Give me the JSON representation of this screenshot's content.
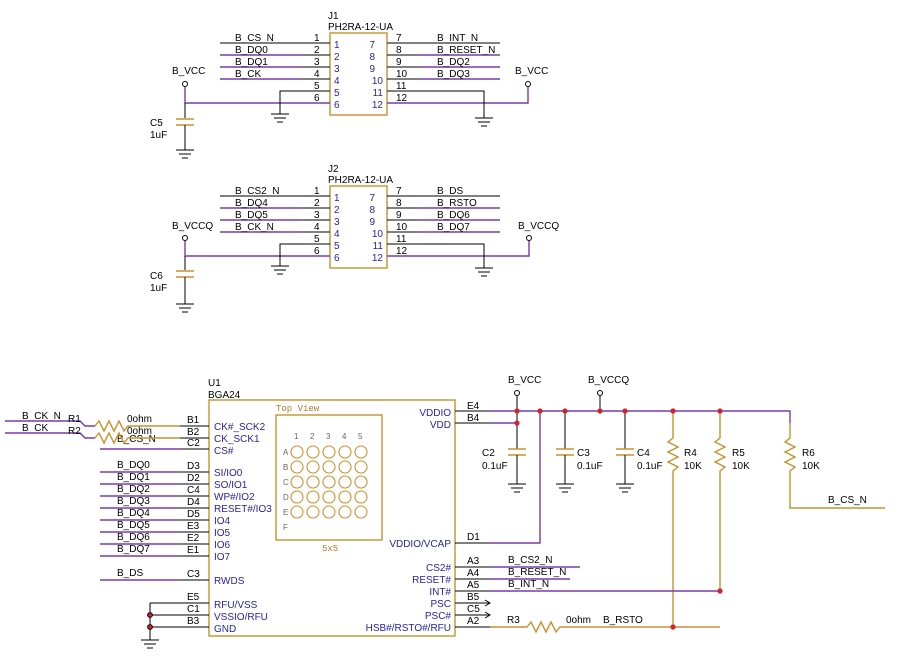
{
  "j1": {
    "ref": "J1",
    "part": "PH2RA-12-UA",
    "left_nets": [
      "B_CS_N",
      "B_DQ0",
      "B_DQ1",
      "B_CK",
      "",
      ""
    ],
    "right_nets": [
      "B_INT_N",
      "B_RESET_N",
      "B_DQ2",
      "B_DQ3",
      "",
      ""
    ],
    "left_pin_nums": [
      "1",
      "2",
      "3",
      "4",
      "5",
      "6"
    ],
    "right_pin_nums": [
      "7",
      "8",
      "9",
      "10",
      "11",
      "12"
    ],
    "power_left": "B_VCC",
    "power_right": "B_VCC",
    "cap_ref": "C5",
    "cap_val": "1uF"
  },
  "j2": {
    "ref": "J2",
    "part": "PH2RA-12-UA",
    "left_nets": [
      "B_CS2_N",
      "B_DQ4",
      "B_DQ5",
      "B_CK_N",
      "",
      ""
    ],
    "right_nets": [
      "B_DS",
      "B_RSTO",
      "B_DQ6",
      "B_DQ7",
      "",
      ""
    ],
    "left_pin_nums": [
      "1",
      "2",
      "3",
      "4",
      "5",
      "6"
    ],
    "right_pin_nums": [
      "7",
      "8",
      "9",
      "10",
      "11",
      "12"
    ],
    "power_left": "B_VCCQ",
    "power_right": "B_VCCQ",
    "cap_ref": "C6",
    "cap_val": "1uF"
  },
  "u1": {
    "ref": "U1",
    "package": "BGA24",
    "top_view": "Top View",
    "grid_size": "5x5",
    "col_labels": [
      "1",
      "2",
      "3",
      "4",
      "5"
    ],
    "row_labels": [
      "A",
      "B",
      "C",
      "D",
      "E",
      "F"
    ],
    "left_pins": [
      {
        "num": "B1",
        "name": "CK#_SCK2"
      },
      {
        "num": "B2",
        "name": "CK_SCK1"
      },
      {
        "num": "C2",
        "name": "CS#"
      },
      {
        "num": "D3",
        "name": "SI/IO0"
      },
      {
        "num": "D2",
        "name": "SO/IO1"
      },
      {
        "num": "C4",
        "name": "WP#/IO2"
      },
      {
        "num": "D4",
        "name": "RESET#/IO3"
      },
      {
        "num": "D5",
        "name": "IO4"
      },
      {
        "num": "E3",
        "name": "IO5"
      },
      {
        "num": "E2",
        "name": "IO6"
      },
      {
        "num": "E1",
        "name": "IO7"
      },
      {
        "num": "C3",
        "name": "RWDS"
      },
      {
        "num": "E5",
        "name": "RFU/VSS"
      },
      {
        "num": "C1",
        "name": "VSSIO/RFU"
      },
      {
        "num": "B3",
        "name": "GND"
      }
    ],
    "right_pins": [
      {
        "num": "E4",
        "name": "VDDIO"
      },
      {
        "num": "B4",
        "name": "VDD"
      },
      {
        "num": "D1",
        "name": "VDDIO/VCAP"
      },
      {
        "num": "A3",
        "name": "CS2#"
      },
      {
        "num": "A4",
        "name": "RESET#"
      },
      {
        "num": "A5",
        "name": "INT#"
      },
      {
        "num": "B5",
        "name": "PSC"
      },
      {
        "num": "C5",
        "name": "PSC#"
      },
      {
        "num": "A2",
        "name": "HSB#/RSTO#/RFU"
      }
    ]
  },
  "nets": {
    "left_inputs": [
      "B_CK_N",
      "B_CK",
      "B_CS_N"
    ],
    "dq": [
      "B_DQ0",
      "B_DQ1",
      "B_DQ2",
      "B_DQ3",
      "B_DQ4",
      "B_DQ5",
      "B_DQ6",
      "B_DQ7"
    ],
    "ds": "B_DS",
    "right_outputs": [
      "B_CS2_N",
      "B_RESET_N",
      "B_INT_N"
    ],
    "rsto": "B_RSTO",
    "cs_out": "B_CS_N",
    "vcc": "B_VCC",
    "vccq": "B_VCCQ"
  },
  "parts": {
    "r1": {
      "ref": "R1",
      "val": "0ohm"
    },
    "r2": {
      "ref": "R2",
      "val": "0ohm"
    },
    "r3": {
      "ref": "R3",
      "val": "0ohm"
    },
    "r4": {
      "ref": "R4",
      "val": "10K"
    },
    "r5": {
      "ref": "R5",
      "val": "10K"
    },
    "r6": {
      "ref": "R6",
      "val": "10K"
    },
    "c2": {
      "ref": "C2",
      "val": "0.1uF"
    },
    "c3": {
      "ref": "C3",
      "val": "0.1uF"
    },
    "c4": {
      "ref": "C4",
      "val": "0.1uF"
    }
  },
  "colors": {
    "wire_black": "#000000",
    "net_purple": "#7a3aa8",
    "pin_blue": "#2a2aa8",
    "part_gold": "#c8922e",
    "junction_red": "#d3212d"
  }
}
